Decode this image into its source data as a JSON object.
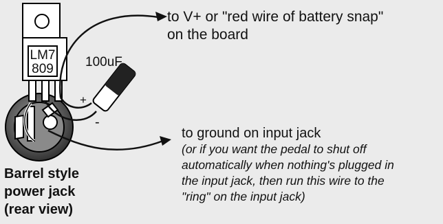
{
  "regulator": {
    "label_line1": "LM7",
    "label_line2": "809"
  },
  "capacitor": {
    "value": "100uF",
    "plus_sign": "+",
    "minus_sign": "-"
  },
  "vplus_note": {
    "line1": "to V+ or \"red wire of battery snap\"",
    "line2": "on the board"
  },
  "ground_note": {
    "line1": "to ground on input jack",
    "sub1": "(or if you want the pedal to shut off",
    "sub2": "automatically when nothing's plugged in",
    "sub3": "the input jack, then run this wire to the",
    "sub4": "\"ring\" on the input jack)"
  },
  "jack_caption": {
    "line1": "Barrel style",
    "line2": "power jack",
    "line3": "(rear view)"
  }
}
